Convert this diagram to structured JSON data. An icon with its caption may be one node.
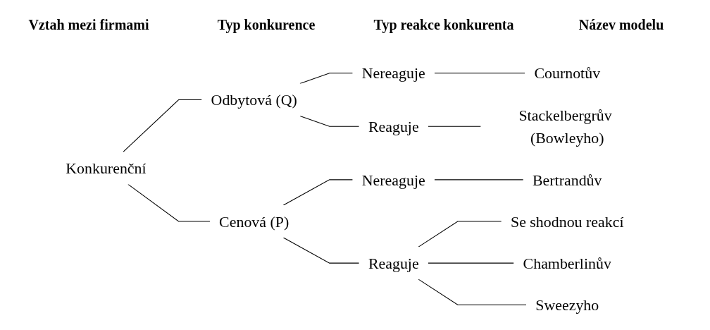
{
  "diagram": {
    "nodes": [
      {
        "text": [
          "Konkurenční"
        ]
      },
      {
        "text": [
          "Odbytová (Q)"
        ]
      },
      {
        "text": [
          "Cenová (P)"
        ]
      },
      {
        "text": [
          "Nereaguje"
        ]
      },
      {
        "text": [
          "Reaguje"
        ]
      },
      {
        "text": [
          "Nereaguje"
        ]
      },
      {
        "text": [
          "Reaguje"
        ]
      },
      {
        "text": [
          "Cournotův"
        ]
      },
      {
        "text": [
          "Stackelbergrův (Bowleyho)"
        ]
      },
      {
        "text": [
          "Bertrandův"
        ]
      },
      {
        "text": [
          "Se shodnou reakcí"
        ]
      },
      {
        "text": [
          "Chamberlinův"
        ]
      },
      {
        "text": [
          "Sweezyho"
        ]
      }
    ],
    "edges": [
      {
        "from": 0,
        "to": 1,
        "arrow": "none"
      },
      {
        "from": 0,
        "to": 2,
        "arrow": "none"
      },
      {
        "from": 1,
        "to": 3,
        "arrow": "none"
      },
      {
        "from": 1,
        "to": 4,
        "arrow": "none"
      },
      {
        "from": 2,
        "to": 5,
        "arrow": "none"
      },
      {
        "from": 2,
        "to": 6,
        "arrow": "none"
      },
      {
        "from": 3,
        "to": 7,
        "arrow": "none"
      },
      {
        "from": 4,
        "to": 8,
        "arrow": "none"
      },
      {
        "from": 5,
        "to": 9,
        "arrow": "none"
      },
      {
        "from": 6,
        "to": 10,
        "arrow": "none"
      },
      {
        "from": 6,
        "to": 11,
        "arrow": "none"
      },
      {
        "from": 6,
        "to": 12,
        "arrow": "none"
      }
    ],
    "labels": [
      "Vztah mezi firmami",
      "Typ konkurence",
      "Typ reakce konkurenta",
      "Název modelu"
    ]
  }
}
